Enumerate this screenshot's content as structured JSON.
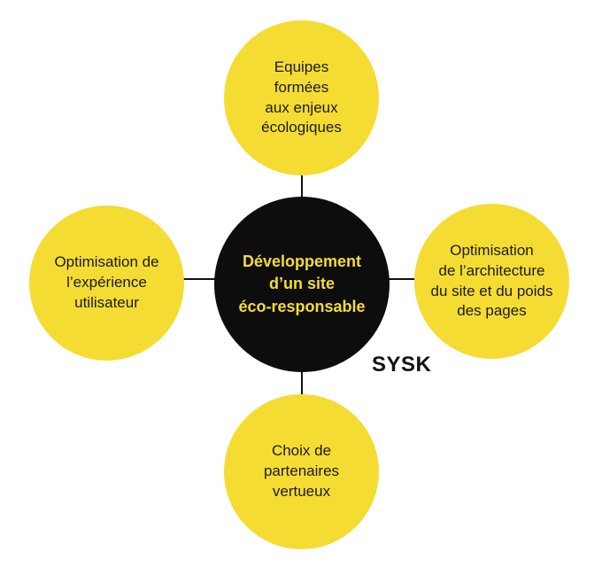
{
  "diagram": {
    "center": {
      "label": "Développement\nd’un site\néco-responsable"
    },
    "nodes": {
      "top": {
        "label": "Equipes\nformées\naux enjeux\nécologiques"
      },
      "left": {
        "label": "Optimisation de\nl’expérience\nutilisateur"
      },
      "right": {
        "label": "Optimisation\nde l’architecture\ndu site et du poids\ndes pages"
      },
      "bottom": {
        "label": "Choix de\npartenaires\nvertueux"
      }
    },
    "logo_text": "SYSK",
    "colors": {
      "accent_yellow": "#f5dc32",
      "center_dark": "#0d0d0d",
      "connector": "#111111",
      "text_dark": "#1b1b1b"
    }
  }
}
